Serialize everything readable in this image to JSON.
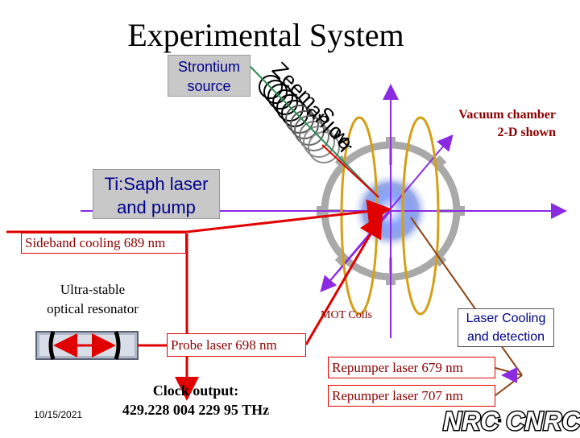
{
  "title": "Experimental System",
  "strontium_source": {
    "line1": "Strontium",
    "line2": "source"
  },
  "zeeman_slower_letters": [
    "Z",
    "e",
    "e",
    "m",
    "a",
    "n",
    " ",
    "S",
    "l",
    "o",
    "w",
    "e",
    "r"
  ],
  "vacuum_chamber": {
    "line1": "Vacuum chamber",
    "line2": "2-D shown"
  },
  "tisaph": {
    "line1": "Ti:Saph laser",
    "line2": "and pump"
  },
  "sideband": "Sideband cooling 689 nm",
  "ultra_stable": {
    "line1": "Ultra-stable",
    "line2": "optical resonator"
  },
  "mot_coils": "MOT Coils",
  "laser_cooling": {
    "line1": "Laser Cooling",
    "line2": "and detection"
  },
  "probe_laser": "Probe laser 698 nm",
  "repumper_679": "Repumper laser 679 nm",
  "repumper_707": "Repumper laser 707 nm",
  "clock_output": {
    "line1": "Clock output:",
    "line2": "429.228 004 229 95 THz"
  },
  "date": "10/15/2021",
  "logo": {
    "left": "NRC",
    "sep": "·",
    "right": "CNRC"
  },
  "colors": {
    "laser_red": "#e00000",
    "beam_purple": "#8a2be2",
    "chamber_gray": "#a9a9a9",
    "coil_gold": "#d4a017",
    "text_dark_red": "#8b0000",
    "text_blue": "#00008b"
  }
}
